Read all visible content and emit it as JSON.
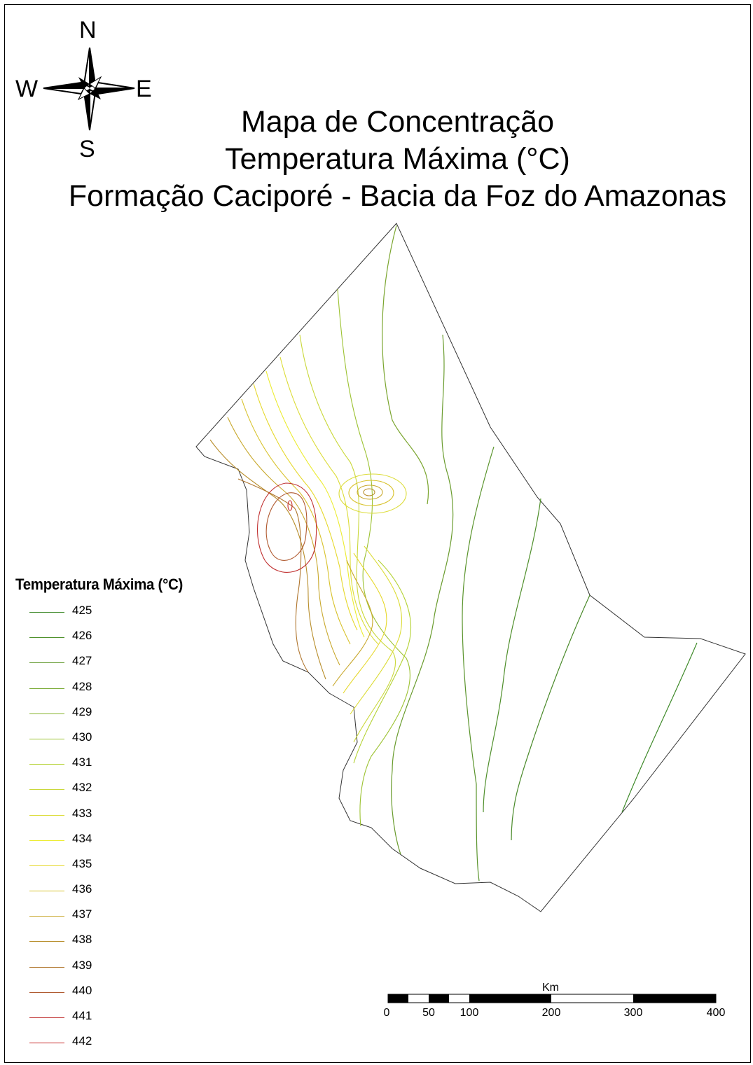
{
  "title": {
    "line1": "Mapa de Concentração",
    "line2": "Temperatura Máxima (°C)",
    "line3": "Formação Caciporé - Bacia da Foz do Amazonas"
  },
  "compass": {
    "n": "N",
    "s": "S",
    "e": "E",
    "w": "W"
  },
  "legend": {
    "title": "Temperatura Máxima (°C)",
    "items": [
      {
        "value": "425",
        "color": "#3f8a2a"
      },
      {
        "value": "426",
        "color": "#4f922c"
      },
      {
        "value": "427",
        "color": "#629a2f"
      },
      {
        "value": "428",
        "color": "#75a82f"
      },
      {
        "value": "429",
        "color": "#88b42f"
      },
      {
        "value": "430",
        "color": "#9cc231"
      },
      {
        "value": "431",
        "color": "#b4d233"
      },
      {
        "value": "432",
        "color": "#cad83a"
      },
      {
        "value": "433",
        "color": "#dcdc38"
      },
      {
        "value": "434",
        "color": "#ecec30"
      },
      {
        "value": "435",
        "color": "#e6d82c"
      },
      {
        "value": "436",
        "color": "#d8c22c"
      },
      {
        "value": "437",
        "color": "#c8a82c"
      },
      {
        "value": "438",
        "color": "#b88e2c"
      },
      {
        "value": "439",
        "color": "#b0762e"
      },
      {
        "value": "440",
        "color": "#b05a30"
      },
      {
        "value": "441",
        "color": "#c03030"
      },
      {
        "value": "442",
        "color": "#c82828"
      }
    ]
  },
  "scale": {
    "unit": "Km",
    "ticks": [
      "0",
      "50",
      "100",
      "200",
      "300",
      "400"
    ]
  }
}
